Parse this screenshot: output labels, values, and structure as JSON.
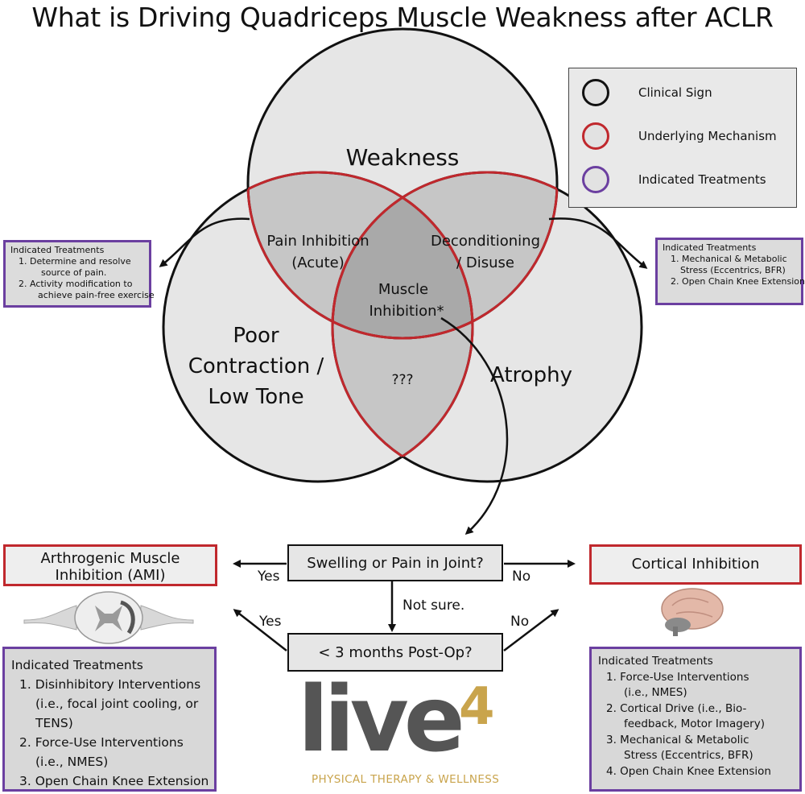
{
  "title": "What is Driving Quadriceps Muscle Weakness after ACLR",
  "legend": {
    "items": [
      {
        "label": "Clinical Sign",
        "color": "#111111"
      },
      {
        "label": "Underlying Mechanism",
        "color": "#c0282d"
      },
      {
        "label": "Indicated Treatments",
        "color": "#6b3fa0"
      }
    ]
  },
  "venn": {
    "weakness": "Weakness",
    "poor_contraction": [
      "Poor",
      "Contraction /",
      "Low Tone"
    ],
    "atrophy": "Atrophy",
    "pain_inhibition": [
      "Pain Inhibition",
      "(Acute)"
    ],
    "deconditioning": [
      "Deconditioning",
      "/ Disuse"
    ],
    "muscle_inhibition": [
      "Muscle",
      "Inhibition*"
    ],
    "unknown": "???"
  },
  "left_treatments": {
    "heading": "Indicated Treatments",
    "lines": [
      "1. Determine and resolve",
      "source of pain.",
      "2. Activity modification to",
      "achieve pain-free exercise"
    ]
  },
  "right_treatments": {
    "heading": "Indicated Treatments",
    "lines": [
      "1. Mechanical & Metabolic",
      "Stress (Eccentrics, BFR)",
      "2. Open Chain Knee Extension"
    ]
  },
  "flow": {
    "question1": "Swelling or Pain in Joint?",
    "question2": "< 3 months Post-Op?",
    "yes1": "Yes",
    "no1": "No",
    "not_sure": "Not sure.",
    "yes2": "Yes",
    "no2": "No",
    "ami_label": [
      "Arthrogenic Muscle",
      "Inhibition (AMI)"
    ],
    "cortical_label": "Cortical Inhibition"
  },
  "ami_treatments": {
    "heading": "Indicated Treatments",
    "lines": [
      "1. Disinhibitory Interventions",
      "(i.e., focal joint cooling, or",
      "TENS)",
      "2. Force-Use Interventions",
      "(i.e., NMES)",
      "3. Open Chain Knee Extension"
    ]
  },
  "cortical_treatments": {
    "heading": "Indicated Treatments",
    "lines": [
      "1. Force-Use Interventions",
      "(i.e., NMES)",
      "2. Cortical Drive (i.e., Bio-",
      "feedback, Motor Imagery)",
      "3. Mechanical & Metabolic",
      "Stress (Eccentrics, BFR)",
      "4. Open Chain Knee Extension"
    ]
  },
  "logo": {
    "word": "live",
    "number": "4",
    "tagline": "PHYSICAL THERAPY & WELLNESS",
    "colors": {
      "word": "#555555",
      "accent": "#c9a44c"
    }
  }
}
